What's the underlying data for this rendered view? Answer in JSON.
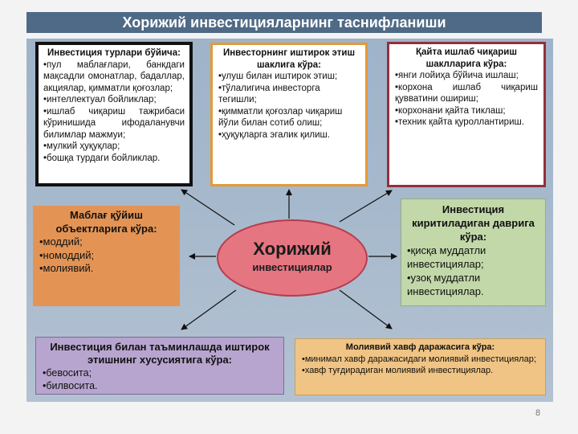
{
  "title": "Хорижий инвестицияларнинг таснифланиши",
  "center": {
    "title": "Хорижий",
    "subtitle": "инвестициялар"
  },
  "boxes": {
    "types": {
      "heading": "Инвестиция турлари бўйича:",
      "items": [
        "•пул маблағлари, банкдаги мақсадли омонатлар, бадаллар, акциялар, қимматли қоғозлар;",
        "•интеллектуал бойликлар;",
        "•ишлаб чиқариш тажрибаси кўринишида ифодаланувчи билимлар мажмуи;",
        "•мулкий ҳуқуқлар;",
        "•бошқа турдаги бойликлар."
      ]
    },
    "participation": {
      "heading": "Инвесторнинг иштирок этиш шаклига кўра:",
      "items": [
        "•улуш билан иштирок этиш;",
        "•тўлалигича инвесторга тегишли;",
        "•қимматли қоғозлар чиқариш йўли билан сотиб олиш;",
        "•ҳуқуқларга эгалик қилиш."
      ]
    },
    "reproduction": {
      "heading": "Қайта ишлаб чиқариш шаклларига кўра:",
      "items": [
        "•янги лойиҳа бўйича ишлаш;",
        "•корхона ишлаб чиқариш қувватини ошириш;",
        "•корхонани қайта тиклаш;",
        "•техник қайта қуроллантириш."
      ]
    },
    "objects": {
      "heading": "Маблағ қўйиш объектларига кўра:",
      "items": [
        "•моддий;",
        "•номоддий;",
        "•молиявий."
      ]
    },
    "period": {
      "heading": "Инвестиция киритиладиган даврига кўра:",
      "items": [
        "•қисқа муддатли инвестициялар;",
        "•узоқ муддатли инвестициялар."
      ]
    },
    "provision": {
      "heading": "Инвестиция билан таъминлашда иштирок этишнинг хусусиятига кўра:",
      "items": [
        "•бевосита;",
        "•билвосита."
      ]
    },
    "risk": {
      "heading": "Молиявий хавф даражасига кўра:",
      "items": [
        "•минимал хавф даражасидаги молиявий инвестициялар;",
        "•хавф туғдирадиган молиявий инвестициялар."
      ]
    }
  },
  "page_number": "8",
  "colors": {
    "title_bar": "#4f6a86",
    "ellipse": "#e57581",
    "objects_box": "#e39454",
    "period_box": "#c2d8a9",
    "provision_box": "#b7a5cf",
    "risk_box": "#efc484"
  }
}
